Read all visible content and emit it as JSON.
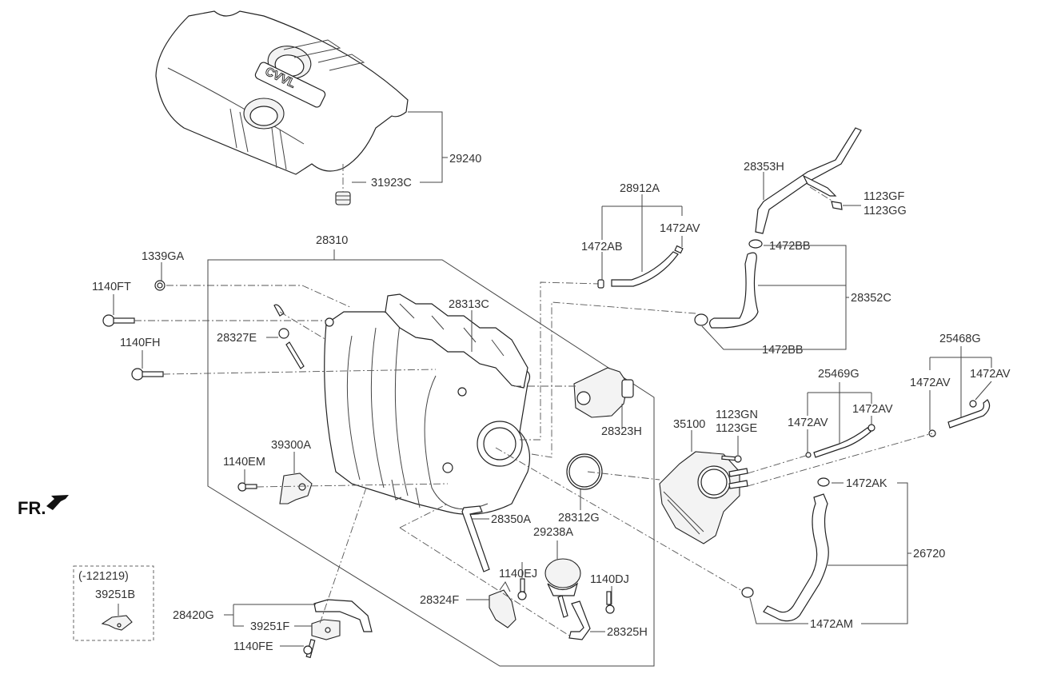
{
  "diagram": {
    "title": "Intake Manifold Assembly Parts Diagram",
    "direction_marker": "FR.",
    "variant_box": {
      "note": "(-121219)",
      "part": "39251B"
    },
    "labels": {
      "p29240": "29240",
      "p31923C": "31923C",
      "p28310": "28310",
      "p1339GA": "1339GA",
      "p1140FT": "1140FT",
      "p28327E": "28327E",
      "p1140FH": "1140FH",
      "p28313C": "28313C",
      "p28912A": "28912A",
      "p1472AB": "1472AB",
      "p1472AV_a": "1472AV",
      "p28353H": "28353H",
      "p1123GF": "1123GF",
      "p1123GG": "1123GG",
      "p1472BB_a": "1472BB",
      "p28352C": "28352C",
      "p1472BB_b": "1472BB",
      "p25468G": "25468G",
      "p1472AV_b": "1472AV",
      "p1472AV_c": "1472AV",
      "p25469G": "25469G",
      "p1472AV_d": "1472AV",
      "p1472AV_e": "1472AV",
      "p28323H": "28323H",
      "p35100": "35100",
      "p1123GN": "1123GN",
      "p1123GE": "1123GE",
      "p39300A": "39300A",
      "p1140EM": "1140EM",
      "p28312G": "28312G",
      "p28350A": "28350A",
      "p29238A": "29238A",
      "p1140EJ": "1140EJ",
      "p1140DJ": "1140DJ",
      "p28324F": "28324F",
      "p28325H": "28325H",
      "p1472AK": "1472AK",
      "p26720": "26720",
      "p1472AM": "1472AM",
      "p28420G": "28420G",
      "p39251F": "39251F",
      "p1140FE": "1140FE"
    },
    "cover_logo": "CVVL"
  }
}
